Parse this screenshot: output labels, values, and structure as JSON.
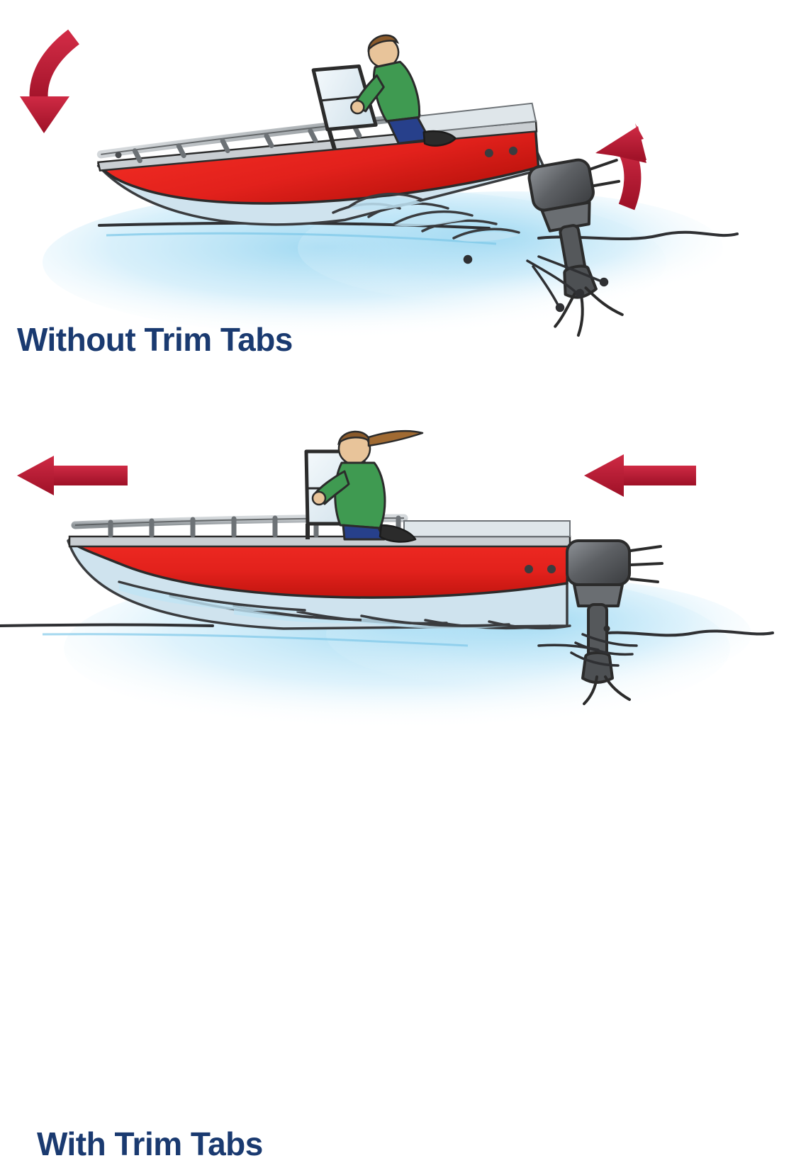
{
  "figure": {
    "title": "Boat trim tab comparison illustration",
    "background_color": "#ffffff"
  },
  "palette": {
    "hull_red": "#e2211c",
    "hull_red_dark": "#b5140f",
    "arrow_crimson": "#b41730",
    "arrow_crimson_light": "#cf2a44",
    "caption_navy": "#1a3a70",
    "water_blue": "#9fd8f2",
    "water_blue_pale": "#d9eefb",
    "motor_gray": "#595b5e",
    "motor_gray_light": "#8c9094",
    "rail_gray": "#9aa0a4",
    "outline_dark": "#2b2b2b",
    "shirt_green": "#3f9a51",
    "pants_blue": "#27408b",
    "hair_brown": "#8a5a2b",
    "skin": "#e8c49a",
    "windshield_glass": "#e3eef5"
  },
  "panels": [
    {
      "id": "without-trim-tabs",
      "caption": "Without Trim Tabs",
      "boat": {
        "attitude": "bow-up, stern-down",
        "hull_color": "#e2211c",
        "heading": "left",
        "operator": {
          "shirt": "green",
          "pants": "blue",
          "hair": "brown",
          "posture": "standing at helm"
        },
        "motor": {
          "type": "outboard",
          "color": "dark gray",
          "state": "tilted, prop churning deep"
        },
        "spray": "heavy stern spray and rooster tail"
      },
      "arrows": [
        {
          "id": "bow-down-arrow",
          "name": "curved-arrow-down",
          "direction": "down",
          "shape": "curved",
          "color": "#b41730",
          "meaning": "bow wants to fall"
        },
        {
          "id": "stern-up-arrow",
          "name": "curved-arrow-up",
          "direction": "up",
          "shape": "curved",
          "color": "#b41730",
          "meaning": "stern wants to rise"
        }
      ]
    },
    {
      "id": "with-trim-tabs",
      "caption": "With Trim Tabs",
      "boat": {
        "attitude": "level, planing flat",
        "hull_color": "#e2211c",
        "heading": "left",
        "operator": {
          "shirt": "green",
          "pants": "blue",
          "hair": "brown with ponytail",
          "posture": "standing at helm"
        },
        "motor": {
          "type": "outboard",
          "color": "dark gray",
          "state": "upright, running clean"
        },
        "spray": "clean flat wake along the hull"
      },
      "arrows": [
        {
          "id": "forward-arrow-left",
          "name": "straight-arrow-left",
          "direction": "left",
          "shape": "straight",
          "color": "#b41730",
          "meaning": "forward thrust, level ride"
        },
        {
          "id": "forward-arrow-right",
          "name": "straight-arrow-left",
          "direction": "left",
          "shape": "straight",
          "color": "#b41730",
          "meaning": "forward thrust, level ride"
        }
      ]
    }
  ]
}
